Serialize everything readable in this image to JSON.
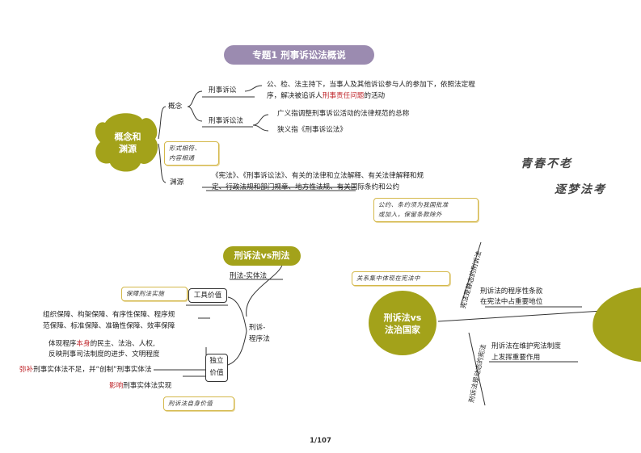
{
  "title": "专题1  刑事诉讼法概说",
  "section1": {
    "root": "概念和\n渊源",
    "concept_label": "概念",
    "ss_label": "刑事诉讼",
    "ss_def_1": "公、检、法主持下，当事人及其他诉讼参与人的参加下，依照法定程",
    "ss_def_2a": "序，解决被追诉人",
    "ss_def_2b": "刑事责任问题",
    "ss_def_2c": "的活动",
    "ssf_label": "刑事诉讼法",
    "broad": "广义指调整刑事诉讼活动的法律规范的总称",
    "narrow": "狭义指《刑事诉讼法》",
    "source_label": "渊源",
    "source_1": "《宪法》、《刑事诉讼法》、有关的法律和立法解释、有关法律解释和规",
    "source_2": "定、行政法规和部门规章、地方性法规、有关国际条约和公约",
    "note_form": "形式相符、\n内容相通",
    "note_treaty": "公约、条约须为我国批准\n或加入，保留条款除外"
  },
  "slogan": {
    "line1": "青春不老",
    "line2": "逐梦法考"
  },
  "section2": {
    "root": "刑诉法vs刑法",
    "proc_sub": "刑法-实体法",
    "proc_main": "刑诉-\n程序法",
    "tool_label": "工具价值",
    "note_tool": "保障刑法实施",
    "tool_text_1": "组织保障、构架保障、有序性保障、程序规",
    "tool_text_2": "范保障、标准保障、准确性保障、效率保障",
    "indep_label": "独立\n价值",
    "indep_1a": "体现程序",
    "indep_1b": "本身",
    "indep_1c": "的民主、法治、人权,",
    "indep_2": "反映刑事司法制度的进步、文明程度",
    "indep_3a": "弥补",
    "indep_3b": "刑事实体法不足，并“创制”刑事实体法",
    "indep_4a": "影响",
    "indep_4b": "刑事实体法实现",
    "note_indep": "刑诉法自身价值"
  },
  "section3": {
    "root": "刑诉法vs\n法治国家",
    "note": "关系集中体现在宪法中",
    "static_label": "宪法是静态的刑诉法",
    "static_text_1": "刑诉法的程序性条款",
    "static_text_2": "在宪法中占重要地位",
    "dynamic_label": "刑诉法是动态的宪法",
    "dynamic_text_1": "刑诉法在维护宪法制度",
    "dynamic_text_2": "上发挥重要作用"
  },
  "footer": {
    "page": "1/107"
  },
  "colors": {
    "olive": "#a3a21a",
    "purple": "#9b8bb0",
    "red": "#c0282d",
    "gold": "#d4b84a"
  }
}
